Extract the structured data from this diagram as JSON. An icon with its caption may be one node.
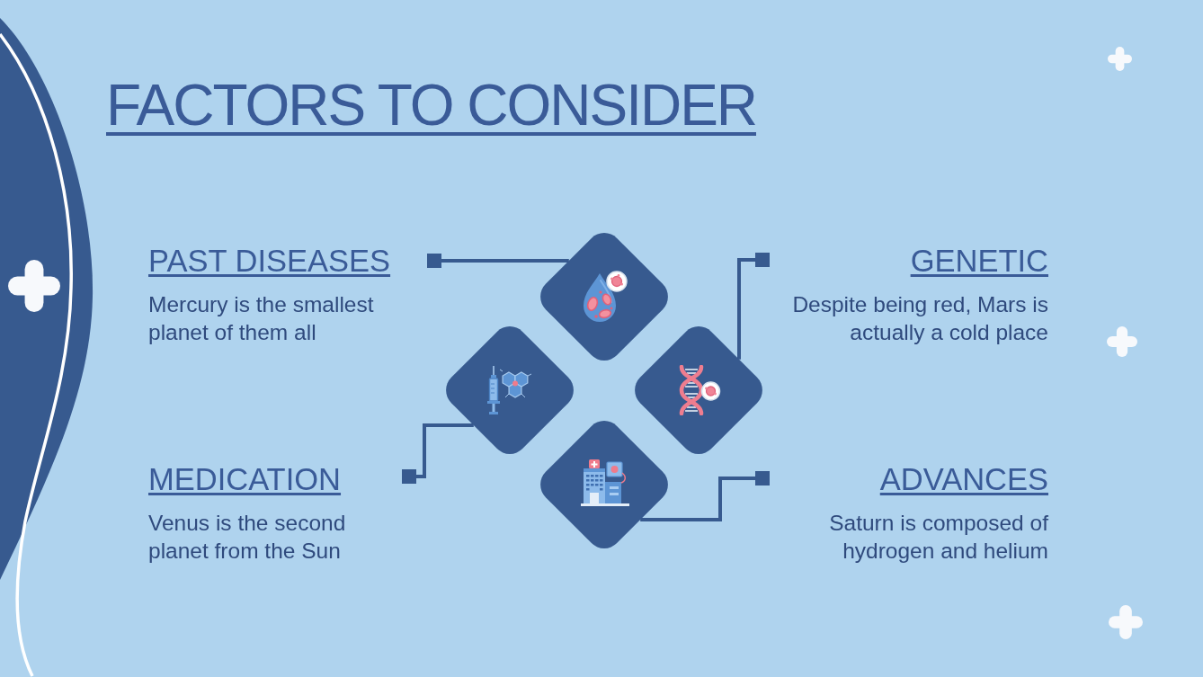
{
  "diagram": {
    "title": "FACTORS TO CONSIDER",
    "nodes": [
      {
        "text": [
          "PAST DISEASES",
          "Mercury is the smallest planet of them all"
        ]
      },
      {
        "text": [],
        "shape": "diamond"
      },
      {
        "text": [
          "GENETIC",
          "Despite being red, Mars is actually a cold place"
        ]
      },
      {
        "text": [],
        "shape": "diamond"
      },
      {
        "text": [],
        "shape": "diamond"
      },
      {
        "text": [
          "MEDICATION",
          "Venus is the second planet from the Sun"
        ]
      },
      {
        "text": [],
        "shape": "diamond"
      },
      {
        "text": [
          "ADVANCES",
          "Saturn is composed of hydrogen and helium"
        ]
      }
    ],
    "edges": [
      {
        "from": 1,
        "to": 0,
        "arrow": "none"
      },
      {
        "from": 4,
        "to": 2,
        "arrow": "none"
      },
      {
        "from": 3,
        "to": 5,
        "arrow": "none"
      },
      {
        "from": 6,
        "to": 7,
        "arrow": "none"
      }
    ]
  }
}
